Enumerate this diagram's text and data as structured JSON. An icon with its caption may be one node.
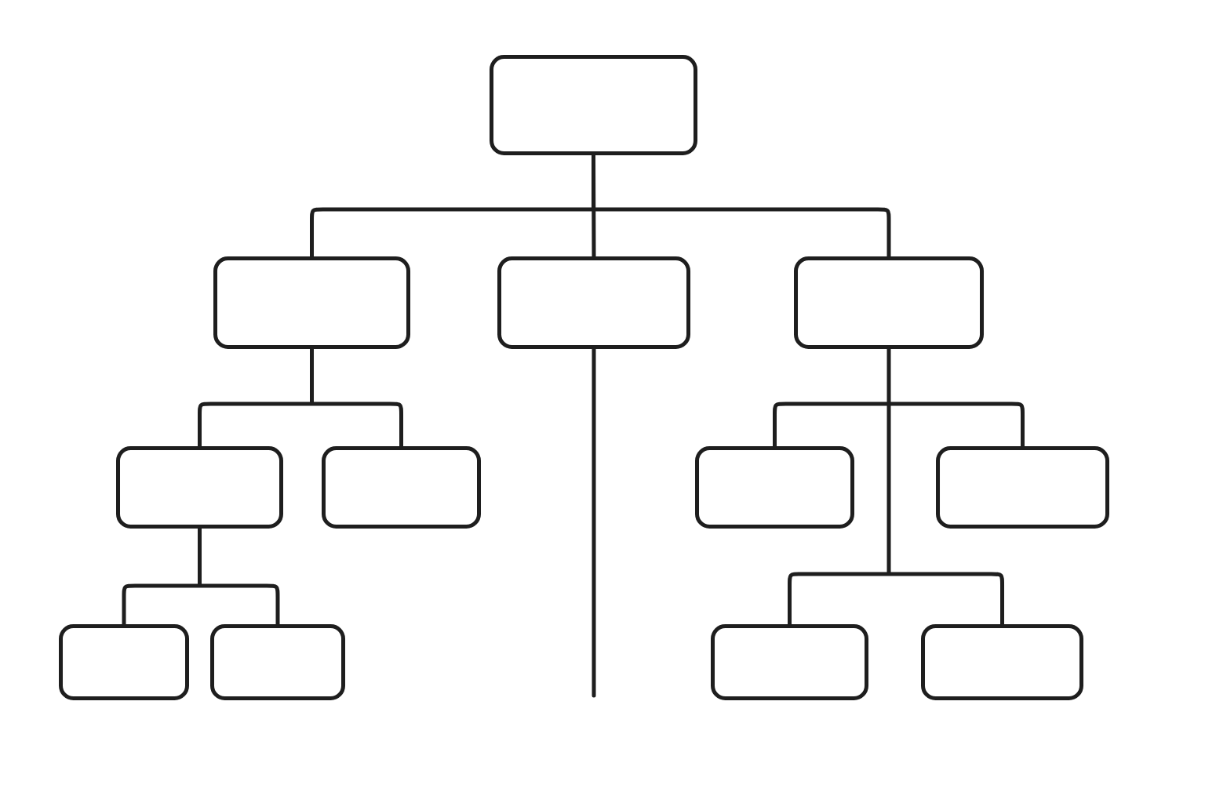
{
  "diagram": {
    "nodes": [
      {
        "text": [],
        "shape": "box"
      },
      {
        "text": [],
        "shape": "box"
      },
      {
        "text": [],
        "shape": "box"
      },
      {
        "text": [],
        "shape": "box"
      },
      {
        "text": [],
        "shape": "box"
      },
      {
        "text": [],
        "shape": "box"
      },
      {
        "text": [],
        "shape": "box"
      },
      {
        "text": [],
        "shape": "box"
      },
      {
        "text": [],
        "shape": "box"
      },
      {
        "text": [],
        "shape": "box"
      },
      {
        "text": [],
        "shape": "box"
      },
      {
        "text": [],
        "shape": "box"
      }
    ],
    "edges": [
      {
        "from": 0,
        "to": 1,
        "arrow": "none"
      },
      {
        "from": 0,
        "to": 2,
        "arrow": "none"
      },
      {
        "from": 0,
        "to": 3,
        "arrow": "none"
      },
      {
        "from": 1,
        "to": 4,
        "arrow": "none"
      },
      {
        "from": 1,
        "to": 5,
        "arrow": "none"
      },
      {
        "from": 3,
        "to": 6,
        "arrow": "none"
      },
      {
        "from": 3,
        "to": 7,
        "arrow": "none"
      },
      {
        "from": 4,
        "to": 8,
        "arrow": "none"
      },
      {
        "from": 4,
        "to": 9,
        "arrow": "none"
      },
      {
        "from": 3,
        "to": 10,
        "arrow": "none"
      },
      {
        "from": 3,
        "to": 11,
        "arrow": "none"
      },
      {
        "from": 2,
        "to": null,
        "arrow": "none"
      }
    ]
  }
}
